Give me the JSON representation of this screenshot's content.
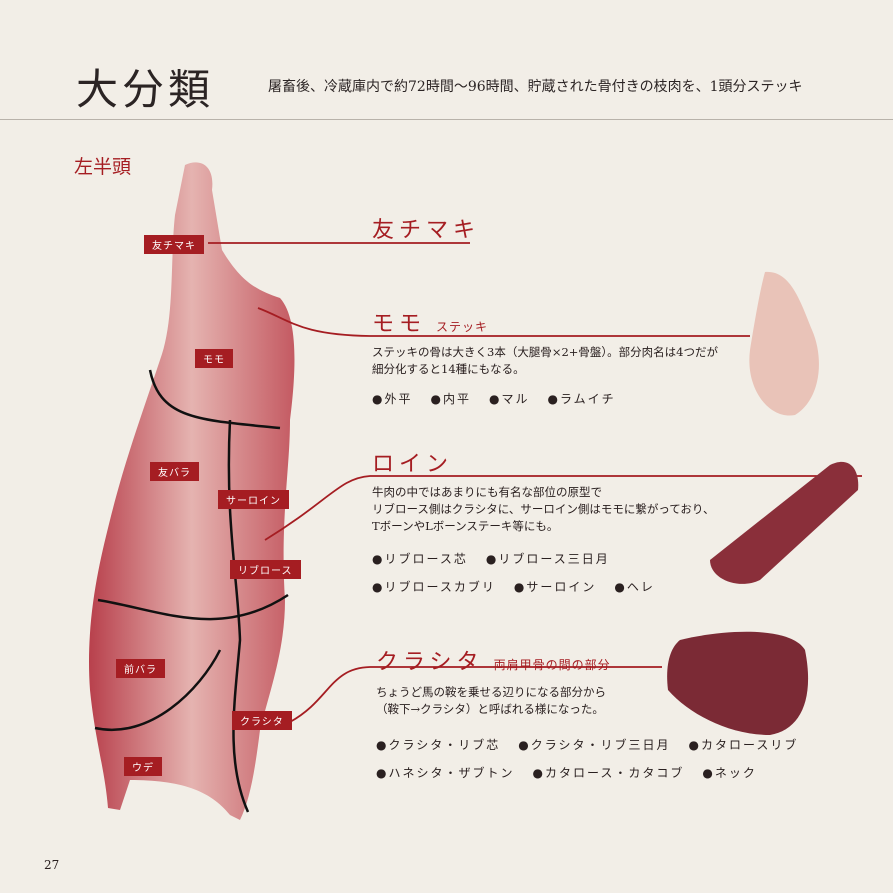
{
  "header": {
    "title": "大分類",
    "subtitle": "屠畜後、冷蔵庫内で約72時間〜96時間、貯蔵された骨付きの枝肉を、1頭分ステッキ"
  },
  "section_label": "左半頭",
  "carcass_tags": [
    "友チマキ",
    "モモ",
    "友バラ",
    "サーロイン",
    "リブロース",
    "前バラ",
    "クラシタ",
    "ウデ"
  ],
  "sections": [
    {
      "title": "友チマキ"
    },
    {
      "title": "モモ",
      "sub": "ステッキ",
      "desc": [
        "ステッキの骨は大きく3本（大腿骨×2+骨盤）。部分肉名は4つだが",
        "細分化すると14種にもなる。"
      ],
      "items": [
        [
          "外平",
          "内平",
          "マル",
          "ラムイチ"
        ]
      ]
    },
    {
      "title": "ロイン",
      "desc": [
        "牛肉の中ではあまりにも有名な部位の原型で",
        "リブロース側はクラシタに、サーロイン側はモモに繋がっており、",
        "TボーンやLボーンステーキ等にも。"
      ],
      "items": [
        [
          "リブロース芯",
          "リブロース三日月"
        ],
        [
          "リブロースカブリ",
          "サーロイン",
          "ヘレ"
        ]
      ]
    },
    {
      "title": "クラシタ",
      "sub": "両肩甲骨の間の部分",
      "desc": [
        "ちょうど馬の鞍を乗せる辺りになる部分から",
        "（鞍下→クラシタ）と呼ばれる様になった。"
      ],
      "items": [
        [
          "クラシタ・リブ芯",
          "クラシタ・リブ三日月",
          "カタロースリブ"
        ],
        [
          "ハネシタ・ザブトン",
          "カタロース・カタコブ",
          "ネック"
        ]
      ]
    }
  ],
  "page_number": "27",
  "colors": {
    "accent": "#a51d22",
    "meat": "#c9616a"
  }
}
